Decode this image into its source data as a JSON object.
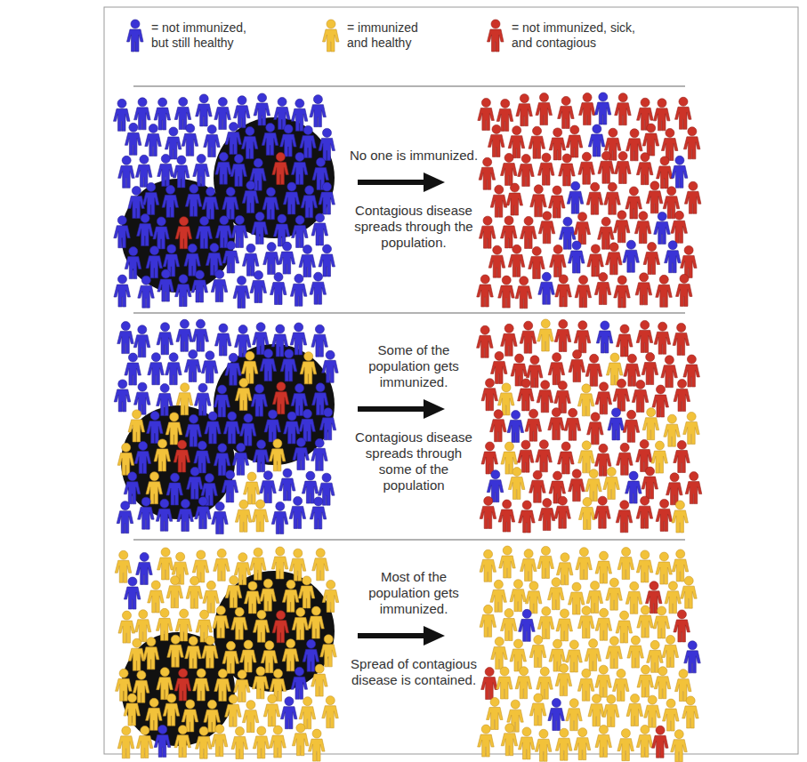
{
  "diagram": {
    "labels": [
      "No one is immunized.",
      "Contagious disease spreads through the population.",
      "Some of the population gets immunized.",
      "Contagious disease spreads through some of the population",
      "Most of the population gets immunized.",
      "Spread of contagious disease is contained."
    ],
    "legend": [
      {
        "text": "= not immunized, but still healthy"
      },
      {
        "text": "= immunized and healthy"
      },
      {
        "text": "= not immunized, sick, and contagious"
      }
    ]
  }
}
